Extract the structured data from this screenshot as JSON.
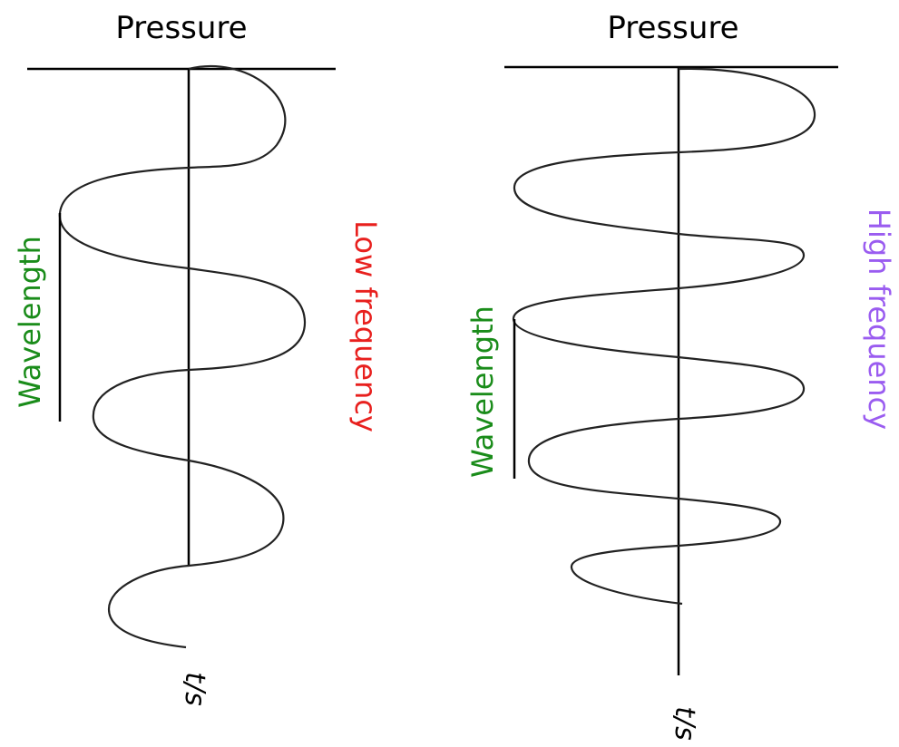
{
  "panels": [
    {
      "title": "Pressure",
      "axis_label": "t/s",
      "wavelength_label": "Wavelength",
      "frequency_label": "Low frequency"
    },
    {
      "title": "Pressure",
      "axis_label": "t/s",
      "wavelength_label": "Wavelength",
      "frequency_label": "High frequency"
    }
  ],
  "colors": {
    "wavelength": "#1a8c1a",
    "low_frequency": "#e8201e",
    "high_frequency": "#9a5cf0",
    "line": "#000000"
  }
}
